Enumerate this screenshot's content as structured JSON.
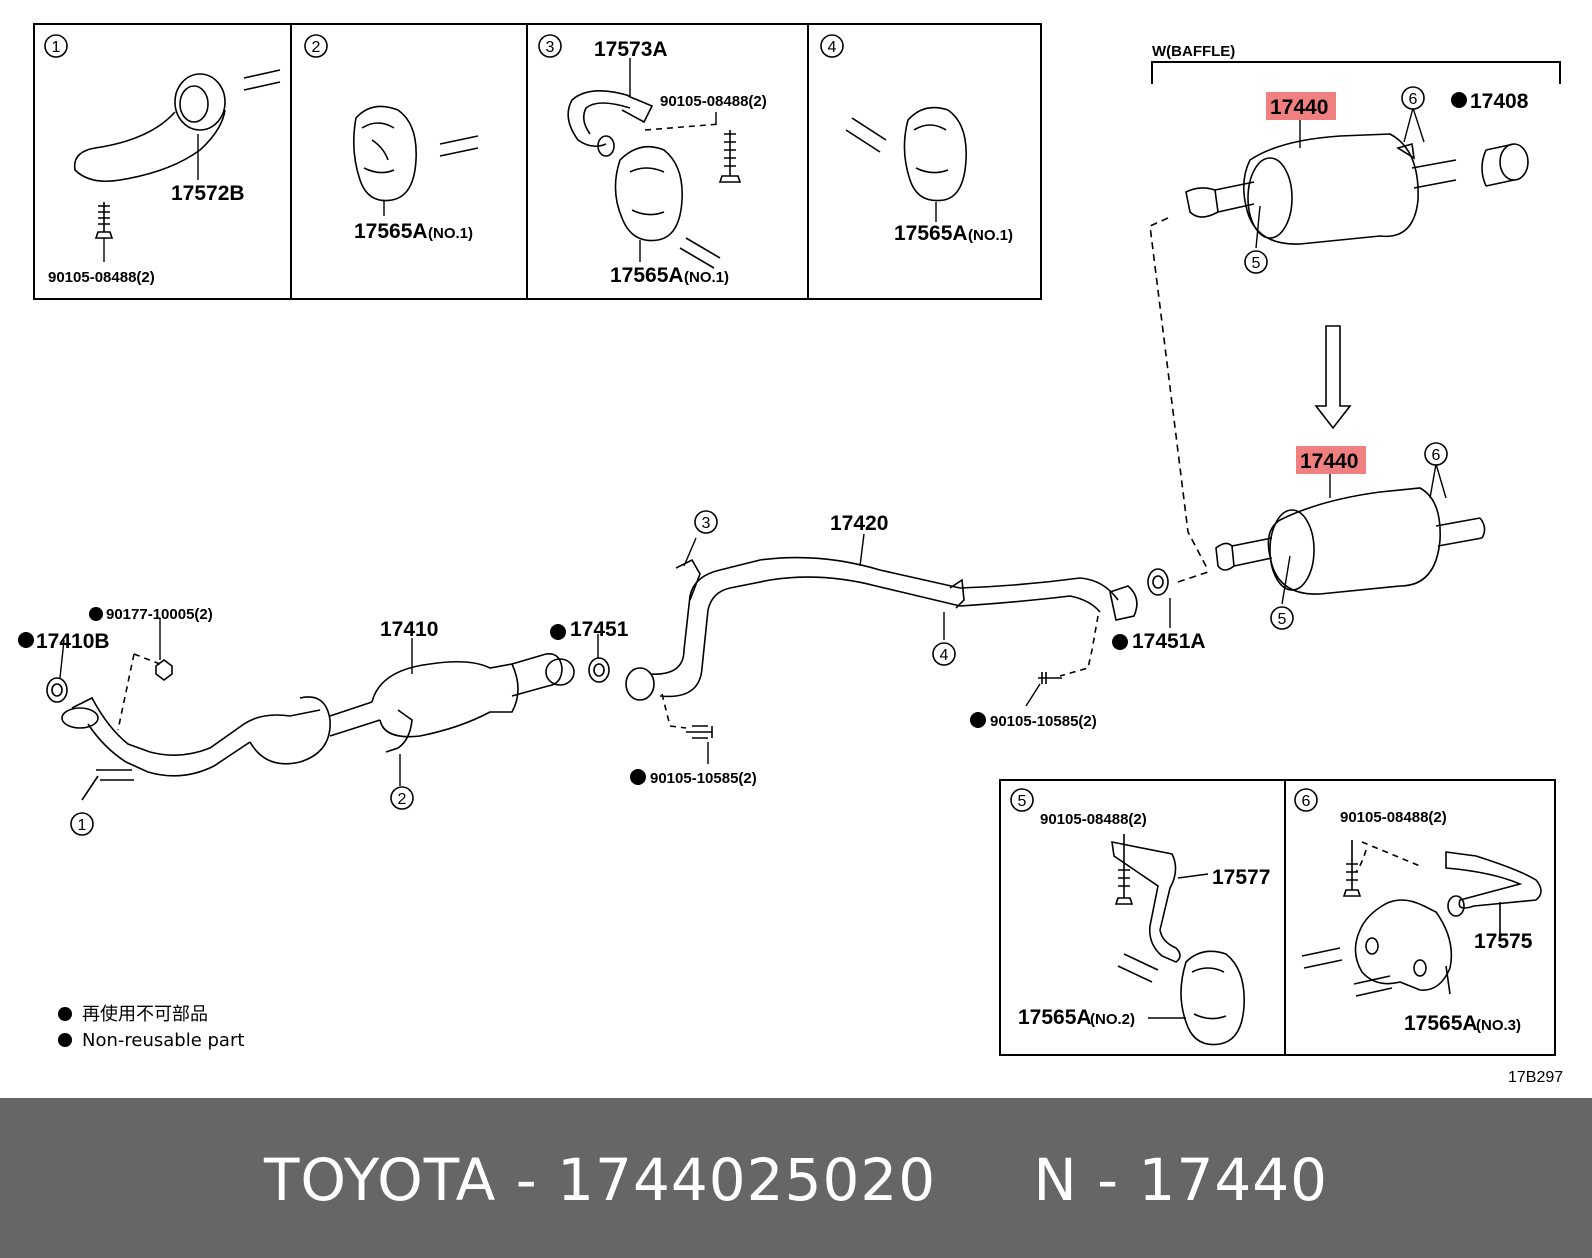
{
  "detail_boxes": [
    {
      "num": "1",
      "labels": [
        "17572B",
        "90105-08488(2)"
      ]
    },
    {
      "num": "2",
      "labels": [
        "17565A",
        "(NO.1)"
      ]
    },
    {
      "num": "3",
      "labels": [
        "17573A",
        "90105-08488(2)",
        "17565A",
        "(NO.1)"
      ]
    },
    {
      "num": "4",
      "labels": [
        "17565A",
        "(NO.1)"
      ]
    }
  ],
  "baffle_label": "W(BAFFLE)",
  "muffler_top": {
    "part": "17440",
    "callouts": [
      "6",
      "5"
    ],
    "extra": "17408"
  },
  "muffler_bottom": {
    "part": "17440",
    "callouts": [
      "6",
      "5"
    ]
  },
  "main_parts": {
    "p17410b": "17410B",
    "p90177": "90177-10005(2)",
    "p17410": "17410",
    "p17451": "17451",
    "p90105a": "90105-10585(2)",
    "p17420": "17420",
    "p17451a": "17451A",
    "p90105b": "90105-10585(2)",
    "callouts": [
      "1",
      "2",
      "3",
      "4"
    ]
  },
  "detail_5": {
    "num": "5",
    "bolt": "90105-08488(2)",
    "bracket": "17577",
    "hanger": "17565A",
    "hanger_no": "(NO.2)"
  },
  "detail_6": {
    "num": "6",
    "bolt": "90105-08488(2)",
    "bracket": "17575",
    "hanger": "17565A",
    "hanger_no": "(NO.3)"
  },
  "legend": {
    "jp": "再使用不可部品",
    "en": "Non-reusable part"
  },
  "diagram_code": "17B297",
  "highlight_color": "#f08080",
  "footer": {
    "text": "TOYOTA - 1744025020     N - 17440"
  }
}
